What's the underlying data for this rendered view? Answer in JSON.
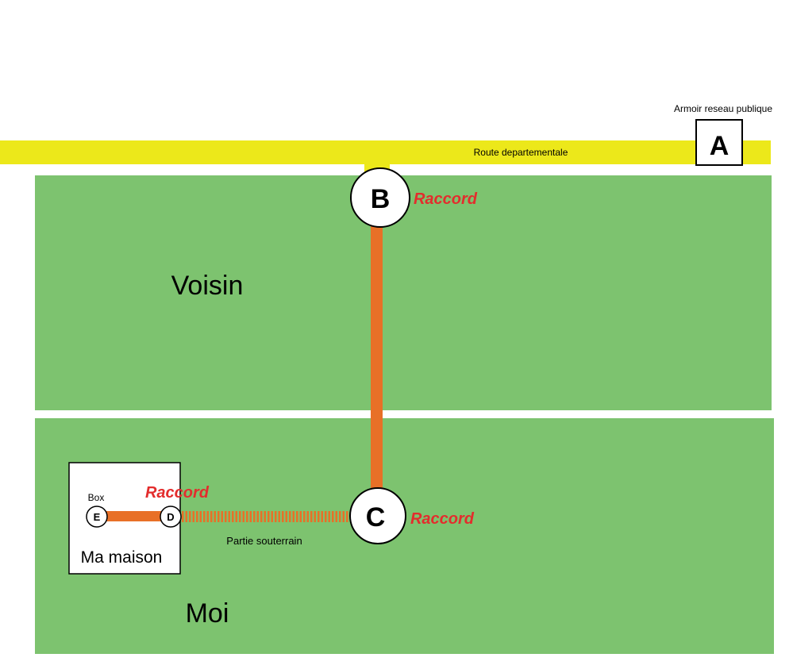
{
  "labels": {
    "cabinet_caption": "Armoir reseau publique",
    "road": "Route departementale",
    "neighbor_plot": "Voisin",
    "my_plot": "Moi",
    "house": "Ma maison",
    "box": "Box",
    "underground": "Partie souterrain"
  },
  "nodes": {
    "a": "A",
    "b": "B",
    "c": "C",
    "d": "D",
    "e": "E"
  },
  "connections": {
    "b": "Raccord",
    "c": "Raccord",
    "d": "Raccord"
  },
  "colors": {
    "road": "#ECE81A",
    "field": "#7DC36F",
    "cable": "#E87027",
    "raccord_text": "#E32D2D",
    "outline": "#000000"
  }
}
